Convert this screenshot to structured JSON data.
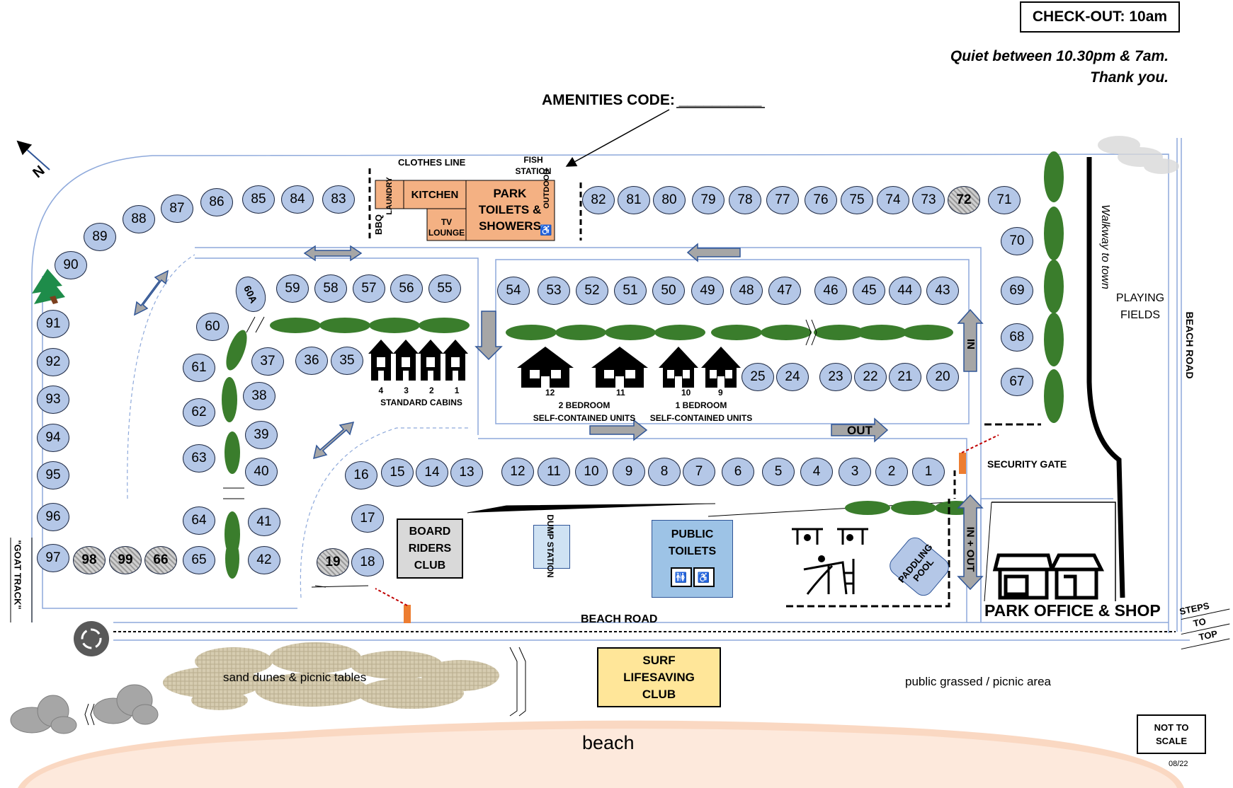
{
  "checkout": "CHECK-OUT: 10am",
  "quiet_line1": "Quiet between 10.30pm & 7am.",
  "quiet_line2": "Thank you.",
  "amenities_code": "AMENITIES CODE: __________",
  "compass": "N",
  "amenities": {
    "clothes_line": "CLOTHES LINE",
    "fish_station": [
      "FISH",
      "STATION"
    ],
    "laundry": "LAUNDRY",
    "kitchen": "KITCHEN",
    "tv_lounge": [
      "TV",
      "LOUNGE"
    ],
    "bbq": "BBQ",
    "park_toilets": [
      "PARK",
      "TOILETS &",
      "SHOWERS"
    ],
    "outdoor": "OUTDOOR"
  },
  "sites_oval": [
    "91",
    "92",
    "93",
    "94",
    "95",
    "96",
    "97",
    "65",
    "64",
    "63",
    "62",
    "61",
    "60",
    "37",
    "38",
    "39",
    "40",
    "41",
    "42",
    "36",
    "35",
    "59",
    "58",
    "57",
    "56",
    "55",
    "54",
    "53",
    "52",
    "51",
    "50",
    "49",
    "48",
    "47",
    "46",
    "45",
    "44",
    "43",
    "25",
    "24",
    "23",
    "22",
    "21",
    "20",
    "82",
    "81",
    "80",
    "79",
    "78",
    "77",
    "76",
    "75",
    "74",
    "73",
    "71",
    "70",
    "69",
    "68",
    "67",
    "90",
    "89",
    "88",
    "87",
    "86",
    "85",
    "84",
    "83",
    "16",
    "15",
    "14",
    "13",
    "17",
    "18",
    "12",
    "11",
    "10",
    "9",
    "8",
    "7",
    "6",
    "5",
    "4",
    "3",
    "2",
    "1"
  ],
  "sites_hatched": [
    "98",
    "99",
    "66",
    "19",
    "72"
  ],
  "site_60a": "60A",
  "cabins": {
    "numbers": [
      "4",
      "3",
      "2",
      "1"
    ],
    "label": "STANDARD CABINS"
  },
  "units": {
    "numbers": [
      "12",
      "11",
      "10",
      "9"
    ],
    "two_bed_line1": "2 BEDROOM",
    "two_bed_line2": "SELF-CONTAINED UNITS",
    "one_bed_line1": "1 BEDROOM",
    "one_bed_line2": "SELF-CONTAINED UNITS"
  },
  "walkway": "Walkway to town",
  "playing_fields": [
    "PLAYING",
    "FIELDS"
  ],
  "beach_road_vertical": "BEACH ROAD",
  "beach_road": "BEACH ROAD",
  "in_label": "IN",
  "out_label": "OUT",
  "in_out_label": "IN + OUT",
  "security_gate": "SECURITY GATE",
  "goat_track": "\"GOAT TRACK\"",
  "board_riders": [
    "BOARD",
    "RIDERS",
    "CLUB"
  ],
  "dump_station": "DUMP STATION",
  "public_toilets": [
    "PUBLIC",
    "TOILETS"
  ],
  "paddling_pool": [
    "PADDLING",
    "POOL"
  ],
  "park_office": "PARK OFFICE & SHOP",
  "steps": [
    "STEPS",
    "TO",
    "TOP"
  ],
  "surf_club": [
    "SURF",
    "LIFESAVING",
    "CLUB"
  ],
  "sand_dunes": "sand dunes & picnic tables",
  "grassed_area": "public grassed / picnic area",
  "beach": "beach",
  "not_to_scale": [
    "NOT TO",
    "SCALE"
  ],
  "version": "08/22",
  "colors": {
    "site_fill": "#b4c7e7",
    "amenity_orange": "#f4b183",
    "public_toilets": "#9dc3e6",
    "surf_club": "#ffe699",
    "board_riders": "#d9d9d9",
    "hedge": "#3a7d2c",
    "arrow": "#a6a6a6",
    "beach": "#f8cbad"
  }
}
